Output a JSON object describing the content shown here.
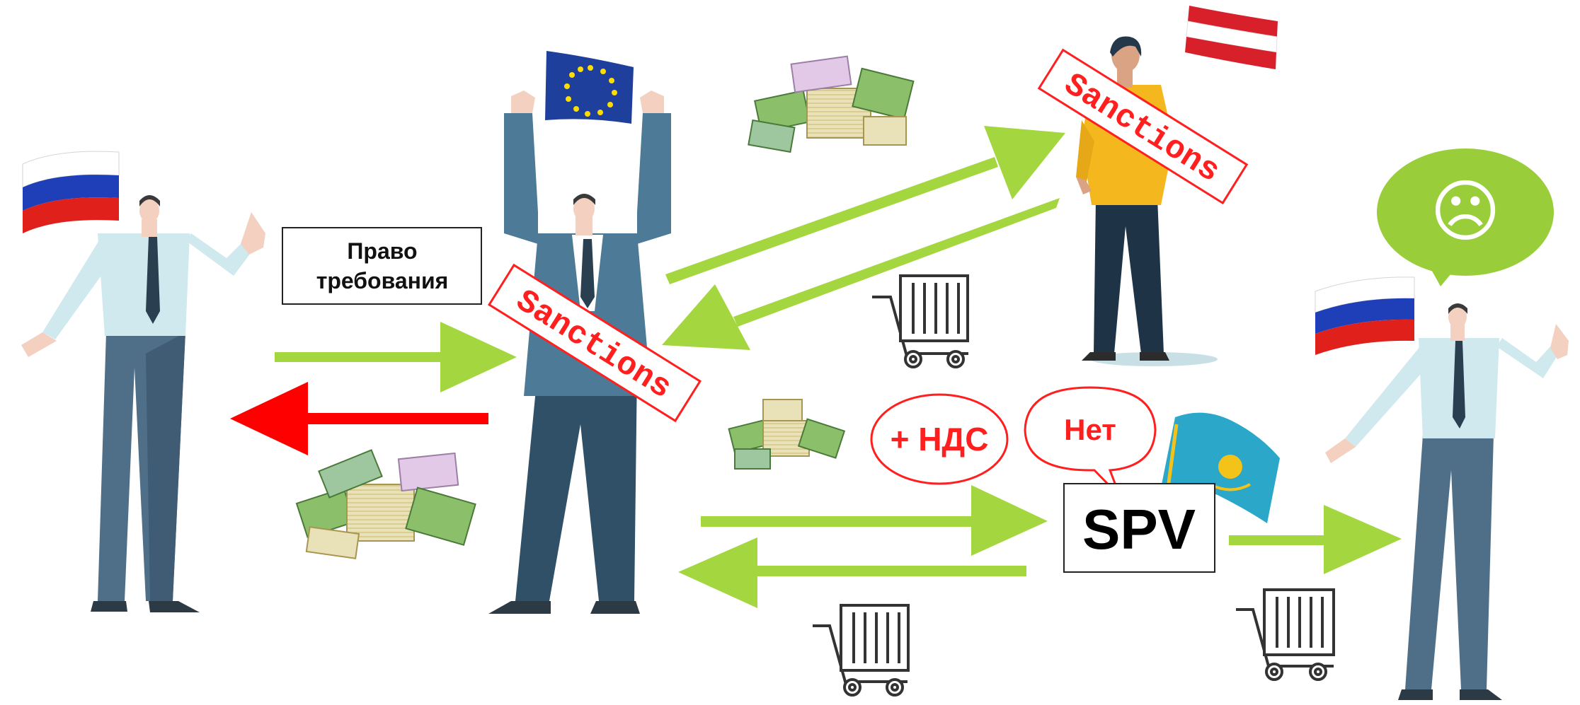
{
  "labels": {
    "claim_right": [
      "Право",
      "требования"
    ],
    "sanctions_eu": "Sanctions",
    "sanctions_at": "Sanctions",
    "vat": "+ НДС",
    "no": "Нет",
    "spv": "SPV",
    "sad_face": "☹"
  },
  "icons": {
    "flag_russia_left": "russia-flag-icon",
    "flag_eu": "eu-flag-icon",
    "flag_austria": "austria-flag-icon",
    "flag_russia_right": "russia-flag-icon",
    "flag_kazakhstan": "kazakhstan-flag-icon",
    "money_top": "euro-money-stack-icon",
    "money_left": "euro-money-stack-icon",
    "money_mid": "euro-money-stack-icon",
    "cart_top": "shopping-cart-icon",
    "cart_bottom": "shopping-cart-icon",
    "cart_right": "shopping-cart-icon",
    "speech_sad": "sad-speech-bubble-icon"
  },
  "colors": {
    "green_arrow": "#a4d63f",
    "red_arrow": "#ff0000",
    "sanctions_red": "#ff1f1f",
    "bubble_green": "#9acd3a",
    "flag_ru_white": "#ffffff",
    "flag_ru_blue": "#1f3fb8",
    "flag_ru_red": "#e0201b",
    "flag_eu_blue": "#1f3f9c",
    "flag_eu_star": "#ffdd00",
    "flag_at_red": "#d8202b",
    "flag_kz_blue": "#2aa7c9",
    "flag_kz_gold": "#f4c31a"
  }
}
